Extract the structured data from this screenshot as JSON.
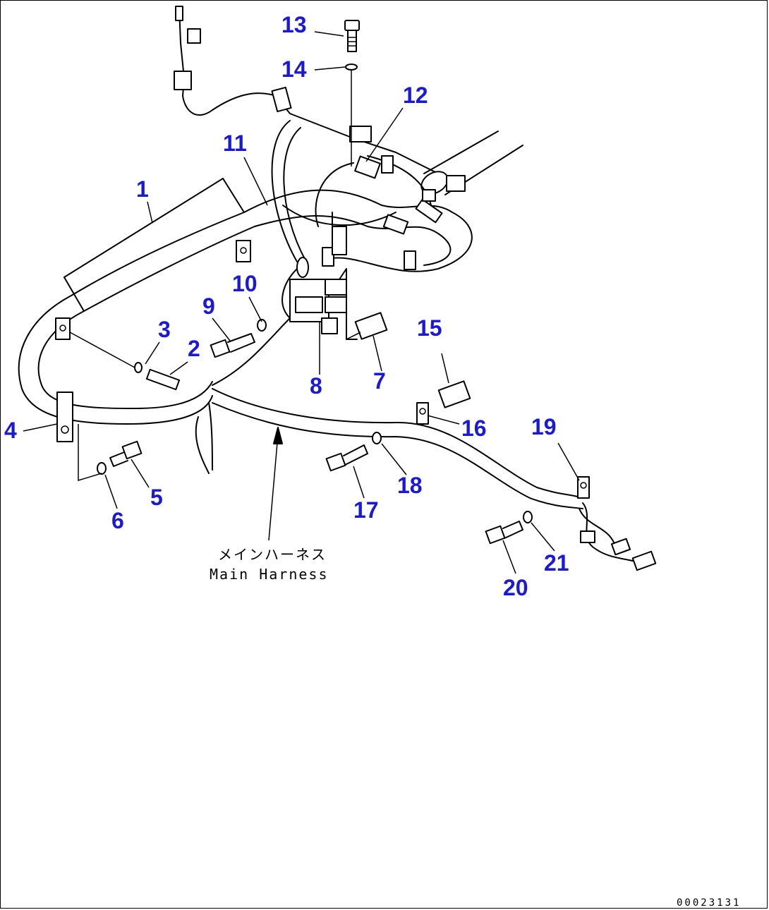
{
  "callouts": [
    {
      "id": "1",
      "label": "1"
    },
    {
      "id": "2",
      "label": "2"
    },
    {
      "id": "3",
      "label": "3"
    },
    {
      "id": "4",
      "label": "4"
    },
    {
      "id": "5",
      "label": "5"
    },
    {
      "id": "6",
      "label": "6"
    },
    {
      "id": "7",
      "label": "7"
    },
    {
      "id": "8",
      "label": "8"
    },
    {
      "id": "9",
      "label": "9"
    },
    {
      "id": "10",
      "label": "10"
    },
    {
      "id": "11",
      "label": "11"
    },
    {
      "id": "12",
      "label": "12"
    },
    {
      "id": "13",
      "label": "13"
    },
    {
      "id": "14",
      "label": "14"
    },
    {
      "id": "15",
      "label": "15"
    },
    {
      "id": "16",
      "label": "16"
    },
    {
      "id": "17",
      "label": "17"
    },
    {
      "id": "18",
      "label": "18"
    },
    {
      "id": "19",
      "label": "19"
    },
    {
      "id": "20",
      "label": "20"
    },
    {
      "id": "21",
      "label": "21"
    }
  ],
  "note": {
    "japanese": "メインハーネス",
    "english": "Main Harness"
  },
  "drawing_code": "00023131",
  "colors": {
    "callout": "#1a1ad6",
    "line": "#000000",
    "background": "#ffffff"
  }
}
